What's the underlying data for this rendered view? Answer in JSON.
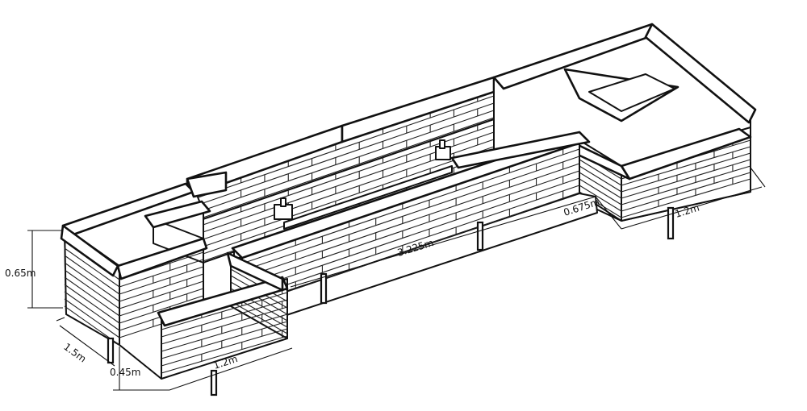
{
  "dimensions": {
    "height_outer": "0.65m",
    "depth_left": "1.5m",
    "height_inner": "0.45m",
    "width_left_front": "1.2m",
    "length_middle": "3.225m",
    "width_middle": "0.675m",
    "width_right": "1.2m"
  }
}
